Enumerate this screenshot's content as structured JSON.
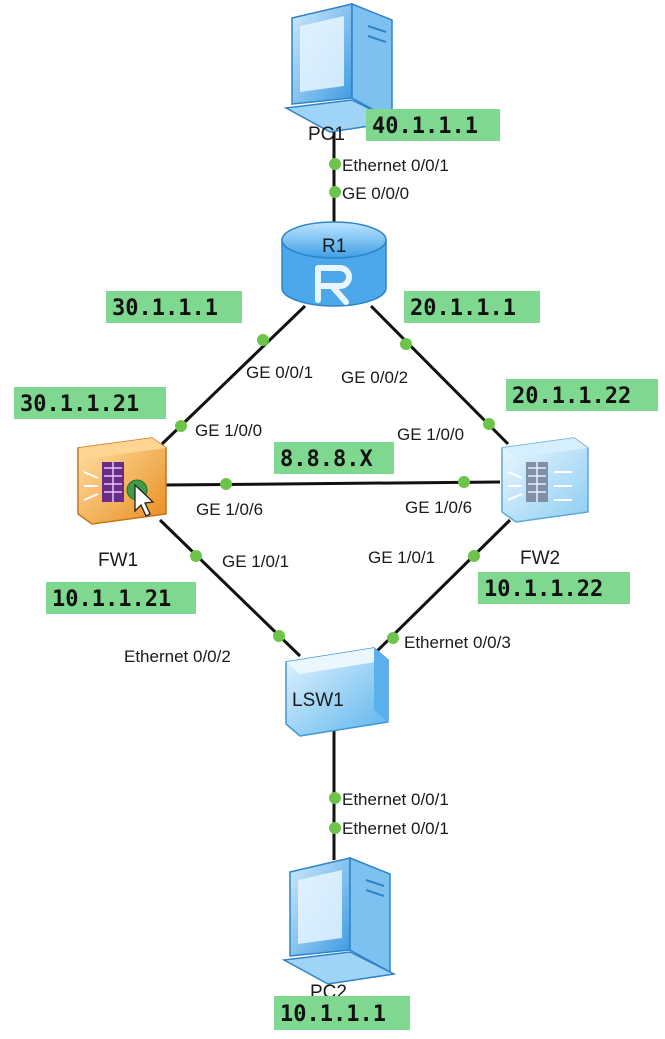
{
  "colors": {
    "link": "#111111",
    "port_dot": "#6cc44a",
    "ip_label_bg": "#7fd88f",
    "pc": "#4aa8e8",
    "router": "#5fb7ee",
    "switch": "#7cc8f2",
    "fw1": "#f0a030",
    "fw2": "#a8d8f4"
  },
  "nodes": {
    "pc1": {
      "label": "PC1",
      "icon": "pc-icon"
    },
    "r1": {
      "label": "R1",
      "icon": "router-icon"
    },
    "fw1": {
      "label": "FW1",
      "icon": "firewall-icon"
    },
    "fw2": {
      "label": "FW2",
      "icon": "firewall-icon"
    },
    "lsw1": {
      "label": "LSW1",
      "icon": "switch-icon"
    },
    "pc2": {
      "label": "PC2",
      "icon": "pc-icon"
    }
  },
  "ips": {
    "pc1": "40.1.1.1",
    "r1_left": "30.1.1.1",
    "r1_right": "20.1.1.1",
    "fw1_up": "30.1.1.21",
    "fw2_up": "20.1.1.22",
    "cross": "8.8.8.X",
    "fw1_down": "10.1.1.21",
    "fw2_down": "10.1.1.22",
    "pc2": "10.1.1.1"
  },
  "ports": {
    "pc1_eth": "Ethernet 0/0/1",
    "r1_ge000": "GE 0/0/0",
    "r1_ge001": "GE 0/0/1",
    "r1_ge002": "GE 0/0/2",
    "fw1_ge100": "GE 1/0/0",
    "fw2_ge100": "GE 1/0/0",
    "fw1_ge106": "GE 1/0/6",
    "fw2_ge106": "GE 1/0/6",
    "fw1_ge101": "GE 1/0/1",
    "fw2_ge101": "GE 1/0/1",
    "lsw_eth002": "Ethernet 0/0/2",
    "lsw_eth003": "Ethernet 0/0/3",
    "lsw_eth001": "Ethernet 0/0/1",
    "pc2_eth": "Ethernet 0/0/1"
  }
}
